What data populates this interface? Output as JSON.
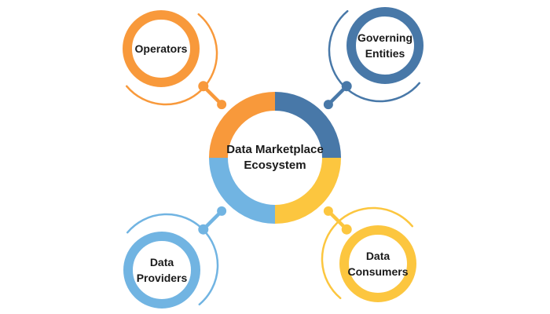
{
  "center": {
    "lines": [
      "Data Marketplace",
      "Ecosystem"
    ]
  },
  "nodes": [
    {
      "id": "operators",
      "position": "top-left",
      "lines": [
        "Operators"
      ],
      "color": "#F8993B"
    },
    {
      "id": "governing-entities",
      "position": "top-right",
      "lines": [
        "Governing",
        "Entities"
      ],
      "color": "#4878A8"
    },
    {
      "id": "data-providers",
      "position": "bottom-left",
      "lines": [
        "Data",
        "Providers"
      ],
      "color": "#71B4E2"
    },
    {
      "id": "data-consumers",
      "position": "bottom-right",
      "lines": [
        "Data",
        "Consumers"
      ],
      "color": "#FCC63F"
    }
  ],
  "colors": {
    "background": "#FFFFFF",
    "text": "#1A1A1A"
  }
}
